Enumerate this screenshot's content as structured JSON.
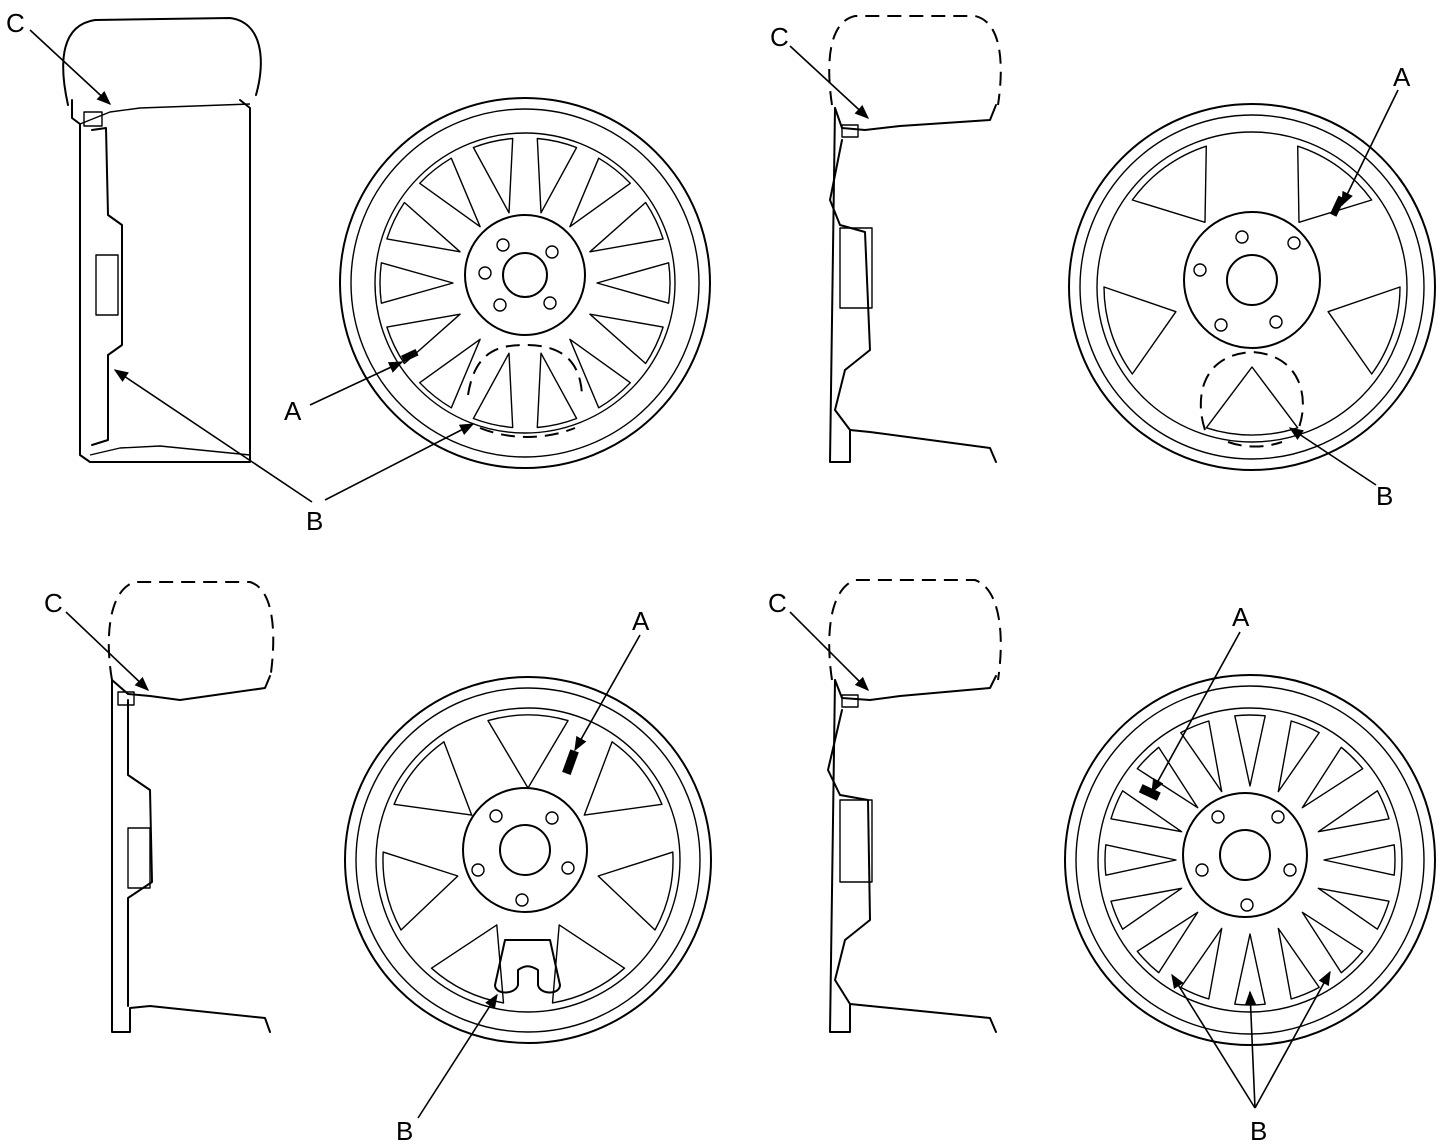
{
  "labels": {
    "sensor": "A",
    "area": "B",
    "valve": "C"
  },
  "panels": [
    {
      "id": "wheel-1",
      "labels": [
        "C",
        "A",
        "B"
      ]
    },
    {
      "id": "wheel-2",
      "labels": [
        "C",
        "A",
        "B"
      ]
    },
    {
      "id": "wheel-3",
      "labels": [
        "C",
        "A",
        "B"
      ]
    },
    {
      "id": "wheel-4",
      "labels": [
        "C",
        "A",
        "B"
      ]
    }
  ],
  "colors": {
    "line": "#000000",
    "background": "#ffffff"
  }
}
